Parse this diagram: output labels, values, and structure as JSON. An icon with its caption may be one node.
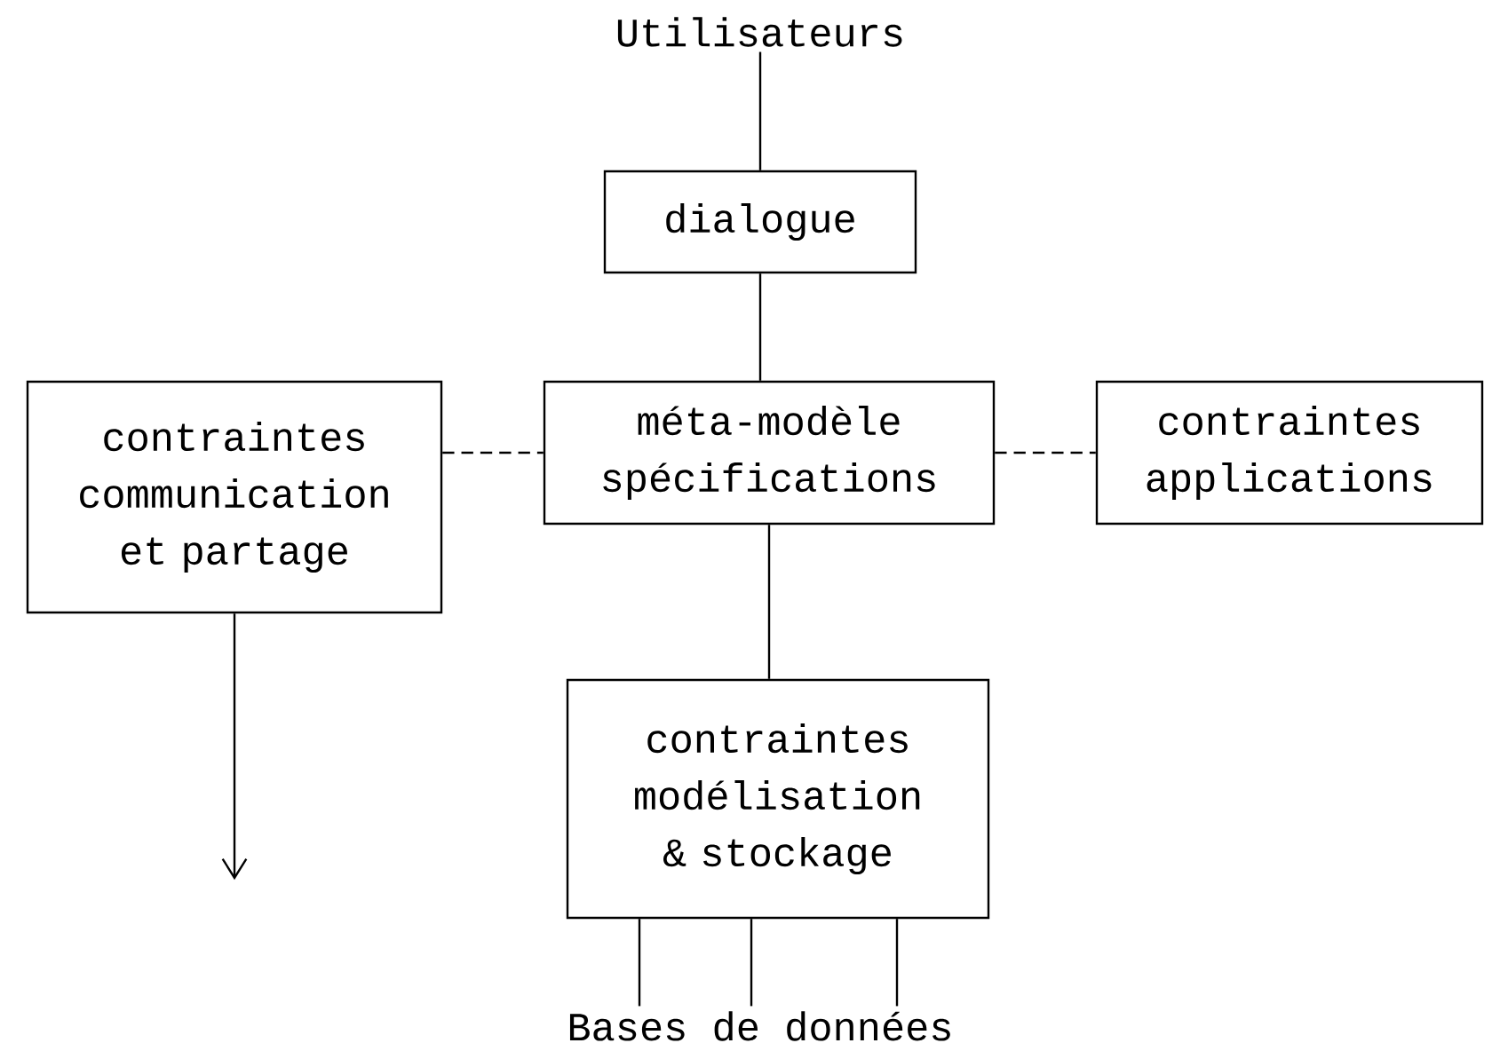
{
  "diagram": {
    "nodes": [
      {
        "text": [
          "Utilisateurs"
        ]
      },
      {
        "text": [
          "dialogue"
        ]
      },
      {
        "text": [
          "contraintes communication et partage"
        ]
      },
      {
        "text": [
          "méta-modèle spécifications"
        ]
      },
      {
        "text": [
          "contraintes applications"
        ]
      },
      {
        "text": [
          "contraintes modélisation & stockage"
        ]
      },
      {
        "text": [
          "Bases de données"
        ]
      }
    ],
    "edges": [
      {
        "from": 0,
        "to": 1,
        "arrow": "none"
      },
      {
        "from": 1,
        "to": 3,
        "arrow": "none"
      },
      {
        "from": 2,
        "to": 3,
        "arrow": "none",
        "style": "dashed"
      },
      {
        "from": 3,
        "to": 4,
        "arrow": "none",
        "style": "dashed"
      },
      {
        "from": 3,
        "to": 5,
        "arrow": "none"
      },
      {
        "from": 2,
        "to": null,
        "arrow": "to"
      },
      {
        "from": 5,
        "to": 6,
        "arrow": "none"
      },
      {
        "from": 5,
        "to": 6,
        "arrow": "none"
      },
      {
        "from": 5,
        "to": 6,
        "arrow": "none"
      }
    ]
  }
}
